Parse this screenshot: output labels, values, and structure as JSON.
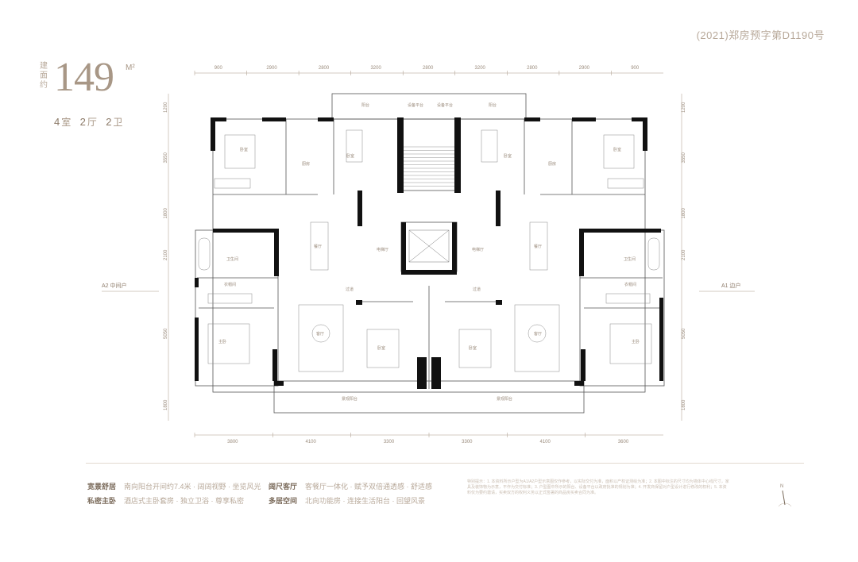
{
  "license": "(2021)郑房预字第D1190号",
  "area": {
    "label": "建面约",
    "value": "149",
    "unit": "M²"
  },
  "layout": {
    "rooms": "4",
    "rooms_unit": "室",
    "halls": "2",
    "halls_unit": "厅",
    "baths": "2",
    "baths_unit": "卫"
  },
  "units": {
    "left": "A2 中间户",
    "right": "A1 边户"
  },
  "dims": {
    "top": [
      "900",
      "2900",
      "2800",
      "3200",
      "2800",
      "3200",
      "2800",
      "2900",
      "900"
    ],
    "bottom": [
      "3800",
      "4100",
      "3300",
      "3300",
      "4100",
      "3600"
    ],
    "left": [
      "1200",
      "3550",
      "1800",
      "2100",
      "5050",
      "1800"
    ],
    "right": [
      "1200",
      "3550",
      "1800",
      "2100",
      "5050",
      "1800"
    ]
  },
  "rooms": {
    "balcony_top": "阳台",
    "equip": "设备平台",
    "bedroom": "卧室",
    "kitchen": "厨房",
    "dining": "餐厅",
    "living": "客厅",
    "master": "主卧",
    "bath": "卫生间",
    "hall": "过道",
    "landscape_balcony": "景观阳台",
    "elevator_hall": "电梯厅",
    "cloak": "衣帽间"
  },
  "features": [
    {
      "key": "宽景舒居",
      "value": "南向阳台开间约7.4米 · 阔阔视野 · 坐览风光"
    },
    {
      "key": "私密主卧",
      "value": "酒店式主卧套房 · 独立卫浴 · 尊享私密"
    },
    {
      "key": "阔尺客厅",
      "value": "客餐厅一体化 · 赋予双倍通透感 · 舒适感"
    },
    {
      "key": "多居空间",
      "value": "北向功能房 · 连接生活阳台 · 回望风景"
    }
  ],
  "notes": "特别提示：1. 本资料所示户型为A1/A2户型示意图仅作参考，以实际交付为准，面积以产权证测绘为准；2. 本图中标注的尺寸均为墙体中心线尺寸，家具及装饰物为示意，不作为交付标准；3. 户型图中所示的阳台、设备平台以政府批准的规划为准；4. 开发商保留对户型设计进行修改的权利；5. 本资料仅为要约邀请，买卖双方的权利义务以正式签署的商品房买卖合同为准。",
  "compass": "N"
}
